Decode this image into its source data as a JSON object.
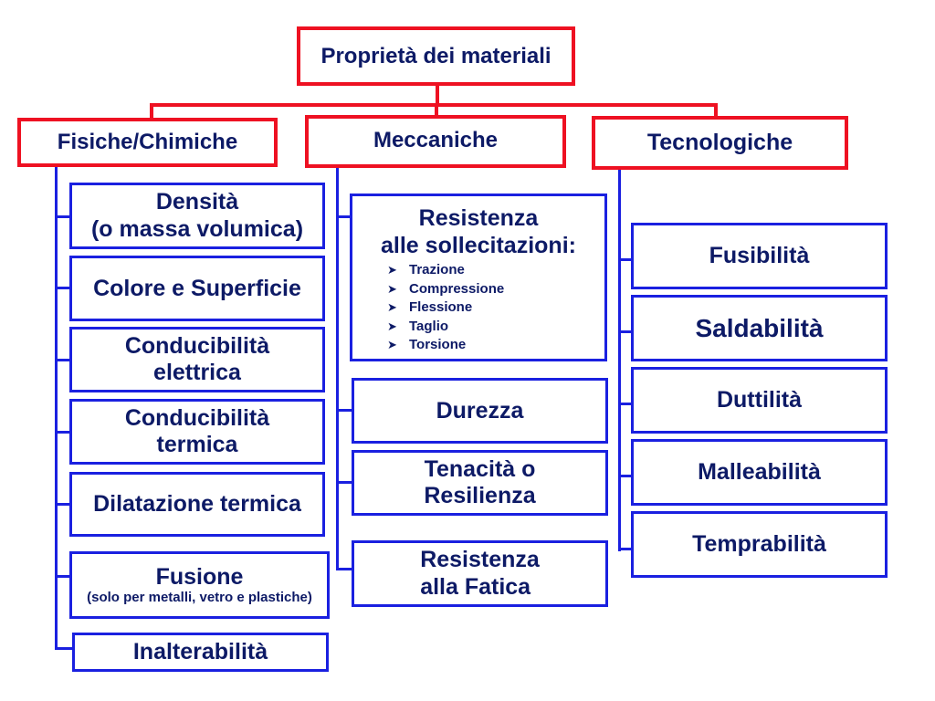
{
  "colors": {
    "root_border": "#ee1122",
    "child_border": "#1a20e0",
    "text": "#0d1a66"
  },
  "root": {
    "label": "Proprietà dei materiali"
  },
  "categories": {
    "fisiche": {
      "label": "Fisiche/Chimiche",
      "items": [
        {
          "label": "Densità\n(o massa volumica)"
        },
        {
          "label": "Colore e Superficie"
        },
        {
          "label": "Conducibilità\nelettrica"
        },
        {
          "label": "Conducibilità\ntermica"
        },
        {
          "label": "Dilatazione termica"
        },
        {
          "label": "Fusione",
          "note": "(solo per metalli, vetro e plastiche)"
        },
        {
          "label": "Inalterabilità"
        }
      ]
    },
    "meccaniche": {
      "label": "Meccaniche",
      "items": [
        {
          "label": "Resistenza\nalle sollecitazioni:",
          "bullet_icon": "arrowhead-bullet-icon",
          "bullets": [
            "Trazione",
            "Compressione",
            "Flessione",
            "Taglio",
            "Torsione"
          ]
        },
        {
          "label": "Durezza"
        },
        {
          "label": "Tenacità o\nResilienza"
        },
        {
          "label": "Resistenza\nalla Fatica"
        }
      ]
    },
    "tecnologiche": {
      "label": "Tecnologiche",
      "items": [
        {
          "label": "Fusibilità"
        },
        {
          "label": "Saldabilità"
        },
        {
          "label": "Duttilità"
        },
        {
          "label": "Malleabilità"
        },
        {
          "label": "Temprabilità"
        }
      ]
    }
  }
}
